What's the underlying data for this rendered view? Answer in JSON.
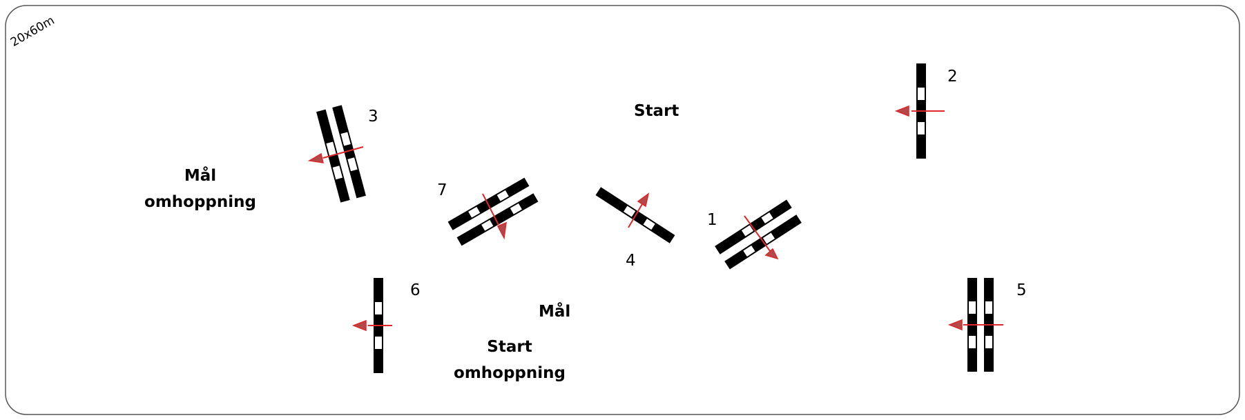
{
  "arena_label": "20x60m",
  "obstacle_numbers": [
    "1",
    "2",
    "3",
    "4",
    "5",
    "6",
    "7"
  ],
  "zones": {
    "start": "Start",
    "goal_jumpoff_line1": "Mål",
    "goal_jumpoff_line2": "omhoppning",
    "goal": "Mål",
    "start_jumpoff_line1": "Start",
    "start_jumpoff_line2": "omhoppning"
  },
  "colors": {
    "rail_dark": "#000000",
    "rail_light": "#ffffff",
    "direction_arrow": "#e0262a",
    "arrow_head_fill": "#b24a4a",
    "border": "#555555"
  },
  "icons": {
    "jump": "striped-rail",
    "direction": "red-arrow"
  }
}
